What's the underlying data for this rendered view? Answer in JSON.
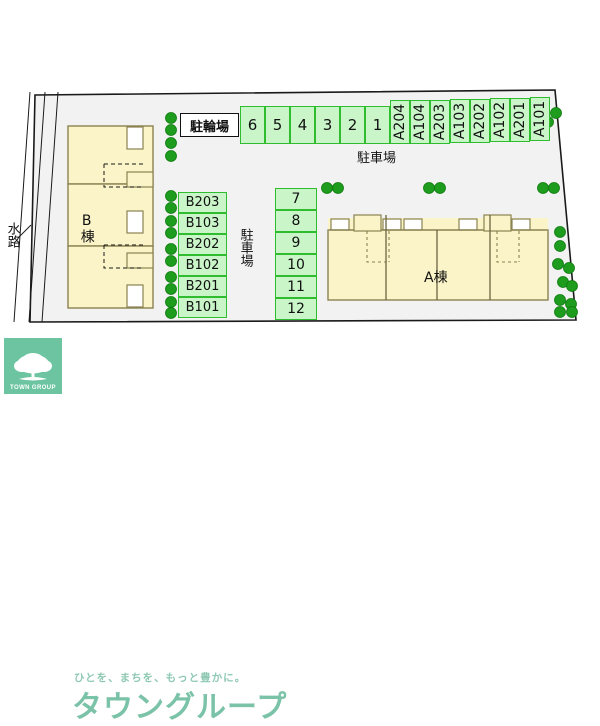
{
  "site": {
    "waterway_label": "水路",
    "parking_area_label": "駐車場",
    "parking_area_label_vertical": "駐車場",
    "bicycle_parking_label": "駐輪場",
    "building_a_label": "A棟",
    "building_b_label": "B棟"
  },
  "bicycle_stalls": [
    "6",
    "5",
    "4",
    "3",
    "2",
    "1"
  ],
  "car_stalls_top": [
    "A204",
    "A104",
    "A203",
    "A103",
    "A202",
    "A102",
    "A201",
    "A101"
  ],
  "car_stalls_b": [
    "B203",
    "B103",
    "B202",
    "B102",
    "B201",
    "B101"
  ],
  "car_stalls_mid": [
    "7",
    "8",
    "9",
    "10",
    "11",
    "12"
  ],
  "colors": {
    "stall_fill": "#c9f5c9",
    "stall_border": "#2fbd2f",
    "building_fill": "#faf4c8",
    "building_border": "#8a8250",
    "site_fill": "#f2f2f2",
    "site_border": "#1a1a1a",
    "tree": "#1e9c1e",
    "brand_green": "#6cc4a1"
  },
  "footer": {
    "tagline": "ひとを、まちを、もっと豊かに。",
    "brand": "タウングループ",
    "logo_text": "TOWN GROUP"
  }
}
